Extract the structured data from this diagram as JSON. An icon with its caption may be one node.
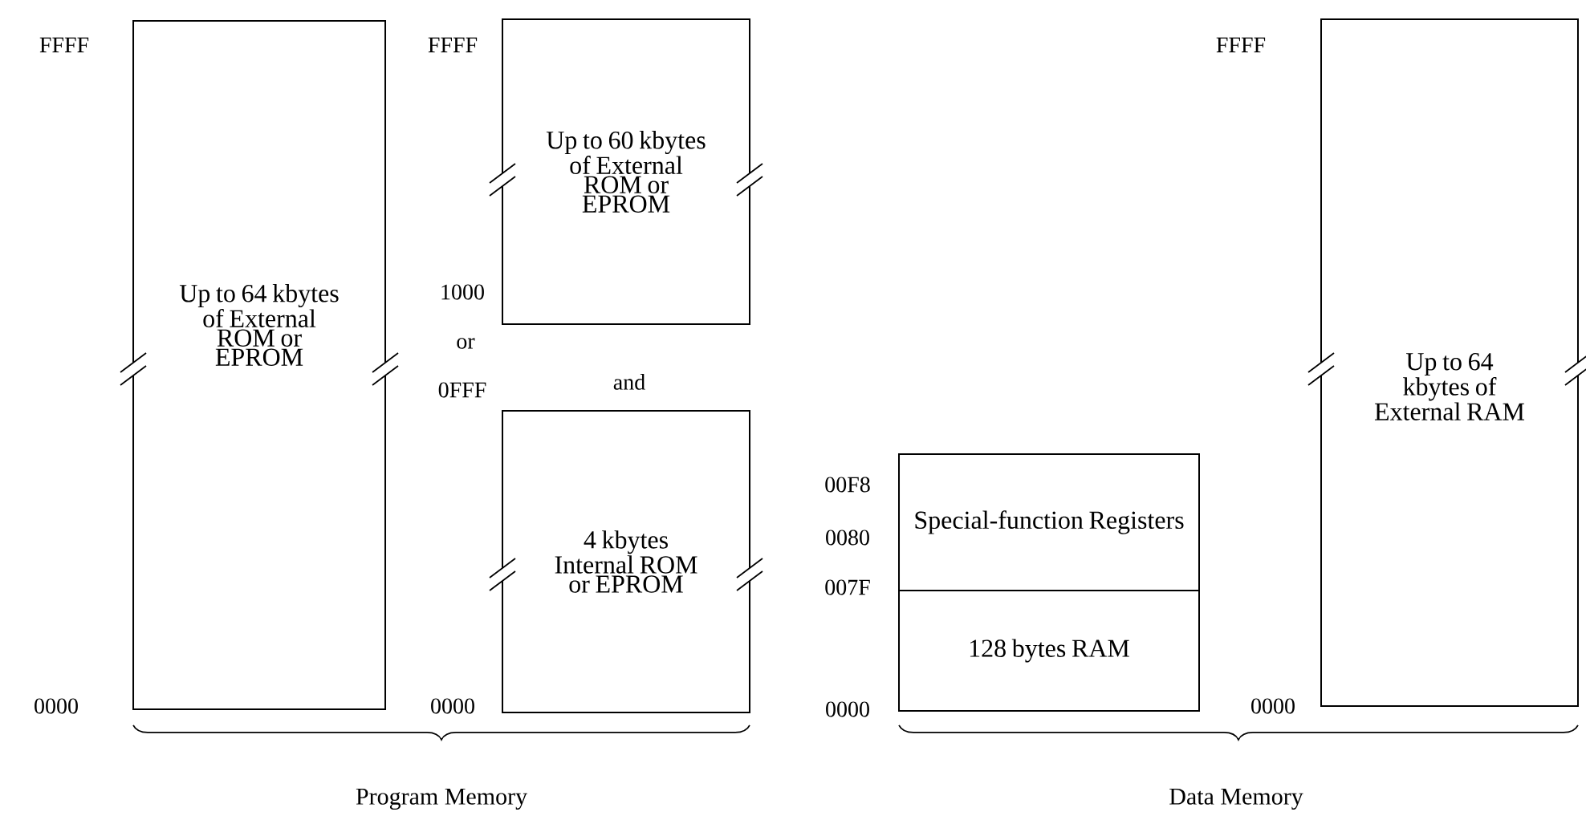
{
  "diagram": {
    "nodes": [
      {
        "text": [
          "Up to 64 kbytes of External ROM or EPROM"
        ]
      },
      {
        "text": [
          "Up to 60 kbytes of External ROM or EPROM"
        ]
      },
      {
        "text": [
          "4 kbytes Internal ROM or EPROM"
        ]
      },
      {
        "text": [
          "Special-function Registers"
        ]
      },
      {
        "text": [
          "128 bytes RAM"
        ]
      },
      {
        "text": [
          "Up to 64 kbytes of External RAM"
        ]
      }
    ],
    "labels": [
      "FFFF",
      "FFFF",
      "FFFF",
      "1000",
      "or",
      "0FFF",
      "and",
      "00F8",
      "0080",
      "007F",
      "0000",
      "0000",
      "0000",
      "0000",
      "Program Memory",
      "Data Memory"
    ]
  }
}
